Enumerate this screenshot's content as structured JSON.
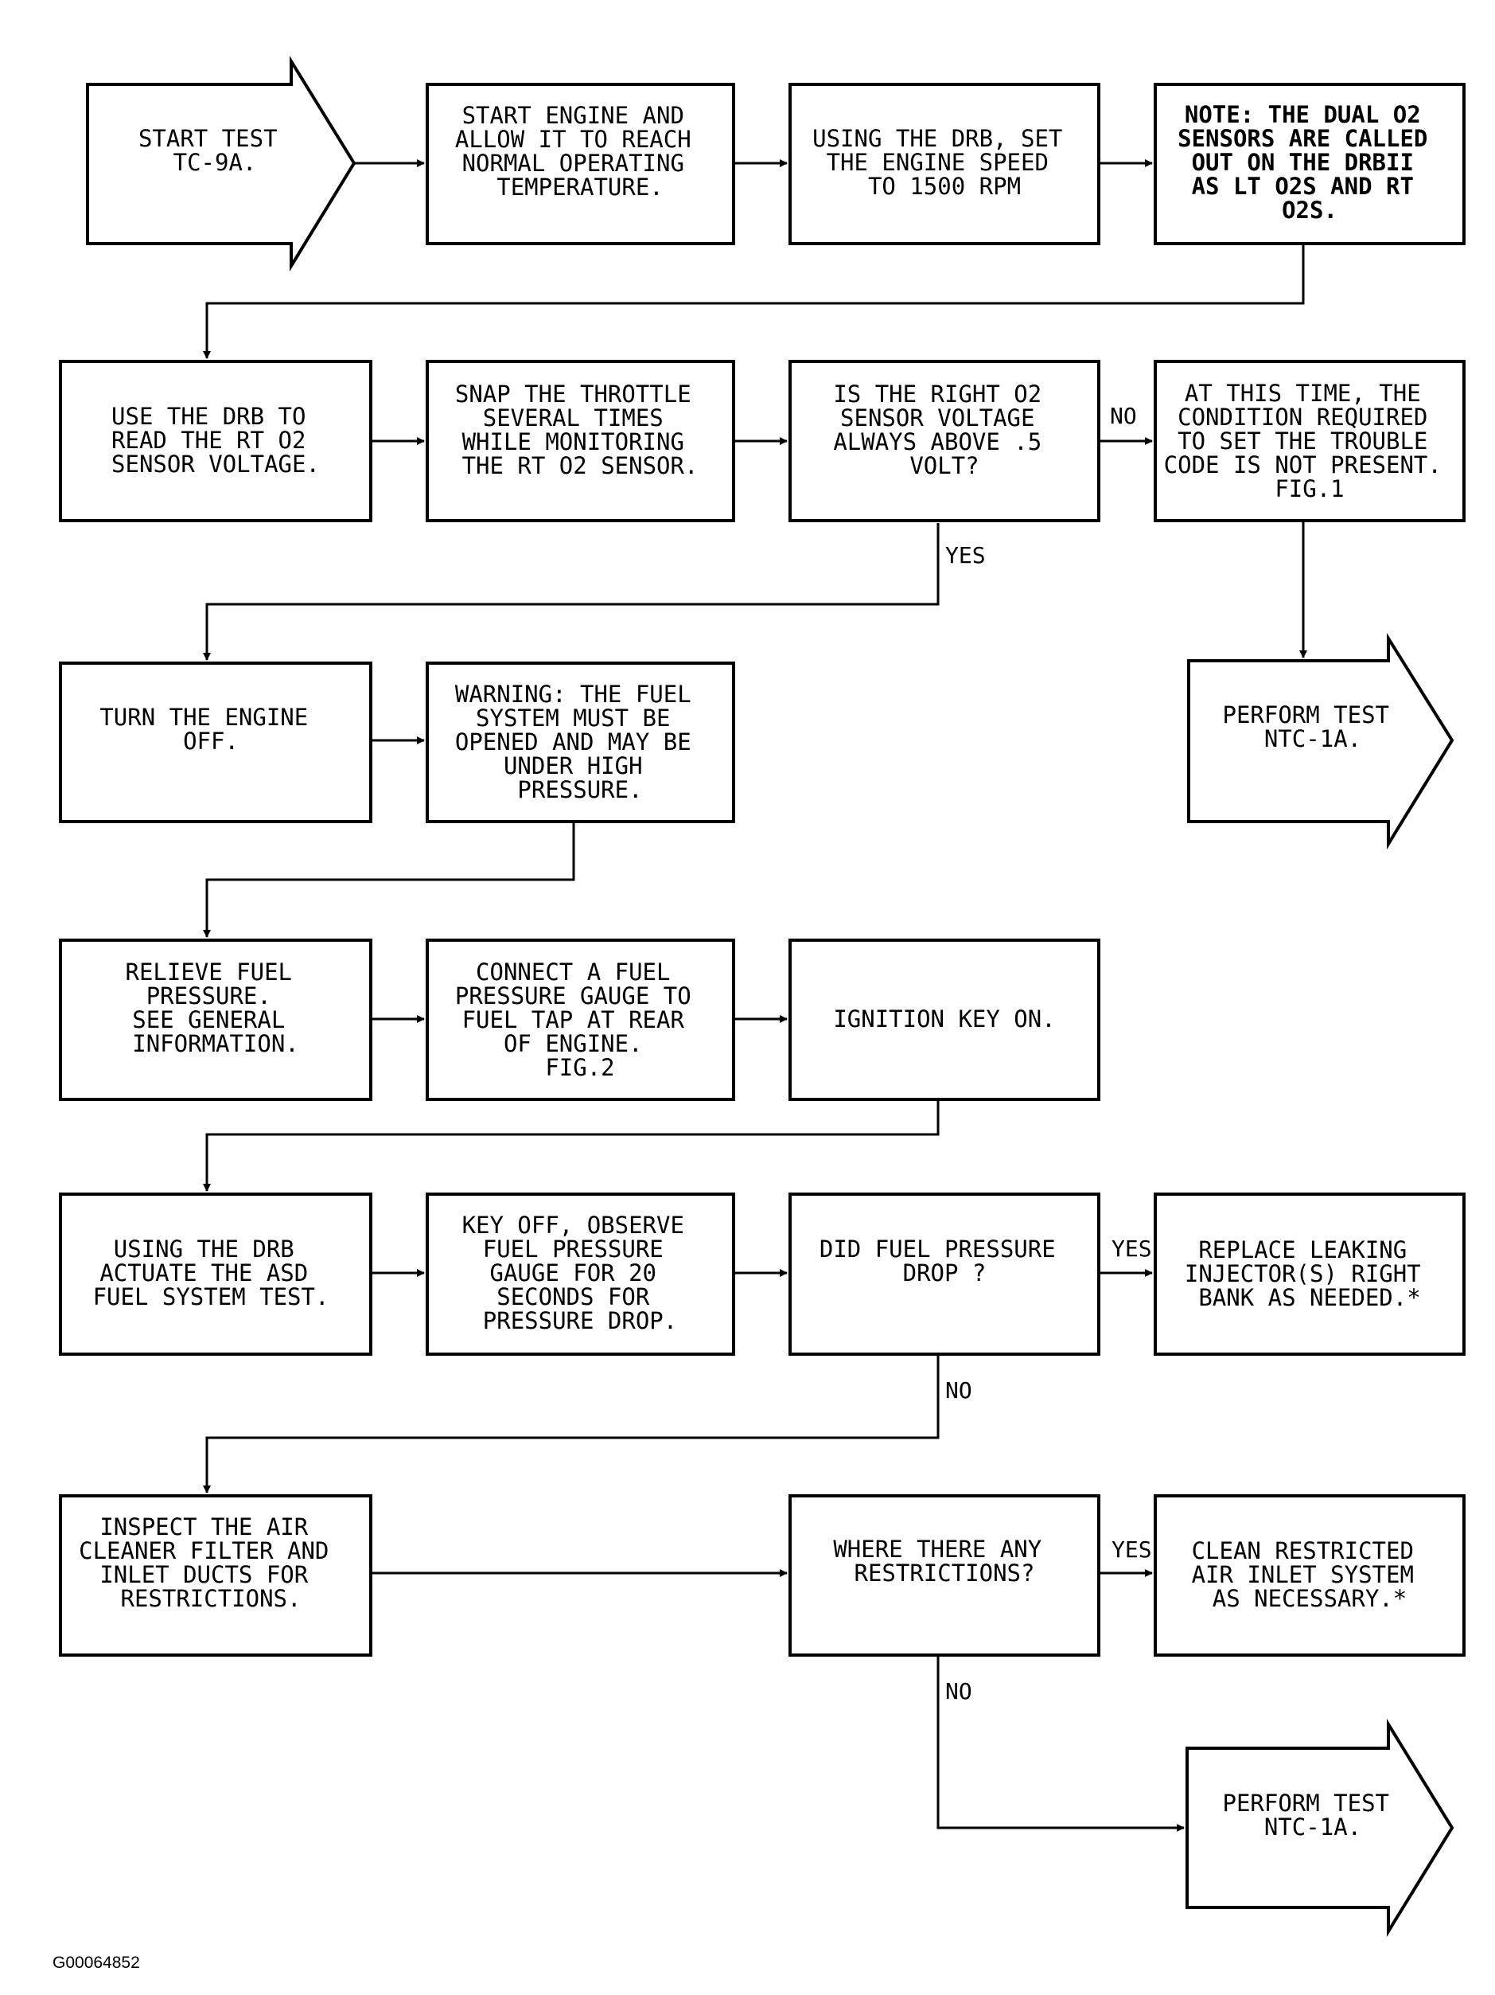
{
  "nodes": {
    "start": [
      "START TEST",
      "TC-9A."
    ],
    "start_engine": [
      "START ENGINE AND",
      "ALLOW IT TO REACH",
      "NORMAL OPERATING",
      "TEMPERATURE."
    ],
    "set_speed": [
      "USING THE DRB, SET",
      "THE ENGINE SPEED",
      "TO 1500 RPM"
    ],
    "note": [
      "NOTE: THE DUAL O2",
      "SENSORS ARE CALLED",
      "OUT ON THE DRBII",
      "AS LT O2S AND RT",
      "O2S."
    ],
    "read_voltage": [
      "USE THE DRB TO",
      "READ THE RT O2",
      "SENSOR VOLTAGE."
    ],
    "snap_throttle": [
      "SNAP THE THROTTLE",
      "SEVERAL TIMES",
      "WHILE MONITORING",
      "THE RT O2 SENSOR."
    ],
    "q_voltage": [
      "IS THE RIGHT O2",
      "SENSOR VOLTAGE",
      "ALWAYS ABOVE .5",
      "VOLT?"
    ],
    "not_present": [
      "AT THIS TIME, THE",
      "CONDITION REQUIRED",
      "TO SET THE TROUBLE",
      "CODE IS NOT PRESENT.",
      "FIG.1"
    ],
    "perform_1": [
      "PERFORM TEST",
      "NTC-1A."
    ],
    "engine_off": [
      "TURN THE ENGINE",
      "OFF."
    ],
    "warning": [
      "WARNING: THE FUEL",
      "SYSTEM MUST BE",
      "OPENED AND MAY BE",
      "UNDER HIGH",
      "PRESSURE."
    ],
    "relieve": [
      "RELIEVE FUEL",
      "PRESSURE.",
      "",
      "SEE GENERAL",
      "INFORMATION."
    ],
    "connect_gauge": [
      "CONNECT A FUEL",
      "PRESSURE GAUGE TO",
      "FUEL TAP AT REAR",
      "OF ENGINE.",
      "FIG.2"
    ],
    "ignition": [
      "IGNITION KEY ON."
    ],
    "actuate": [
      "USING THE DRB",
      "ACTUATE THE ASD",
      "FUEL SYSTEM TEST."
    ],
    "key_off": [
      "KEY OFF, OBSERVE",
      "FUEL PRESSURE",
      "GAUGE FOR 20",
      "SECONDS FOR",
      "PRESSURE DROP."
    ],
    "q_drop": [
      "DID FUEL PRESSURE",
      "DROP ?"
    ],
    "replace": [
      "REPLACE LEAKING",
      "INJECTOR(S) RIGHT",
      "BANK AS NEEDED.*"
    ],
    "inspect": [
      "INSPECT THE AIR",
      "CLEANER FILTER AND",
      "INLET DUCTS FOR",
      "RESTRICTIONS."
    ],
    "q_restrict": [
      "WHERE THERE ANY",
      "RESTRICTIONS?"
    ],
    "clean": [
      "CLEAN RESTRICTED",
      "AIR INLET SYSTEM",
      "AS NECESSARY.*"
    ],
    "perform_2": [
      "PERFORM TEST",
      "NTC-1A."
    ]
  },
  "labels": {
    "no_1": "NO",
    "yes_1": "YES",
    "yes_2": "YES",
    "no_2": "NO",
    "yes_3": "YES",
    "no_3": "NO"
  },
  "figure_code": "G00064852"
}
